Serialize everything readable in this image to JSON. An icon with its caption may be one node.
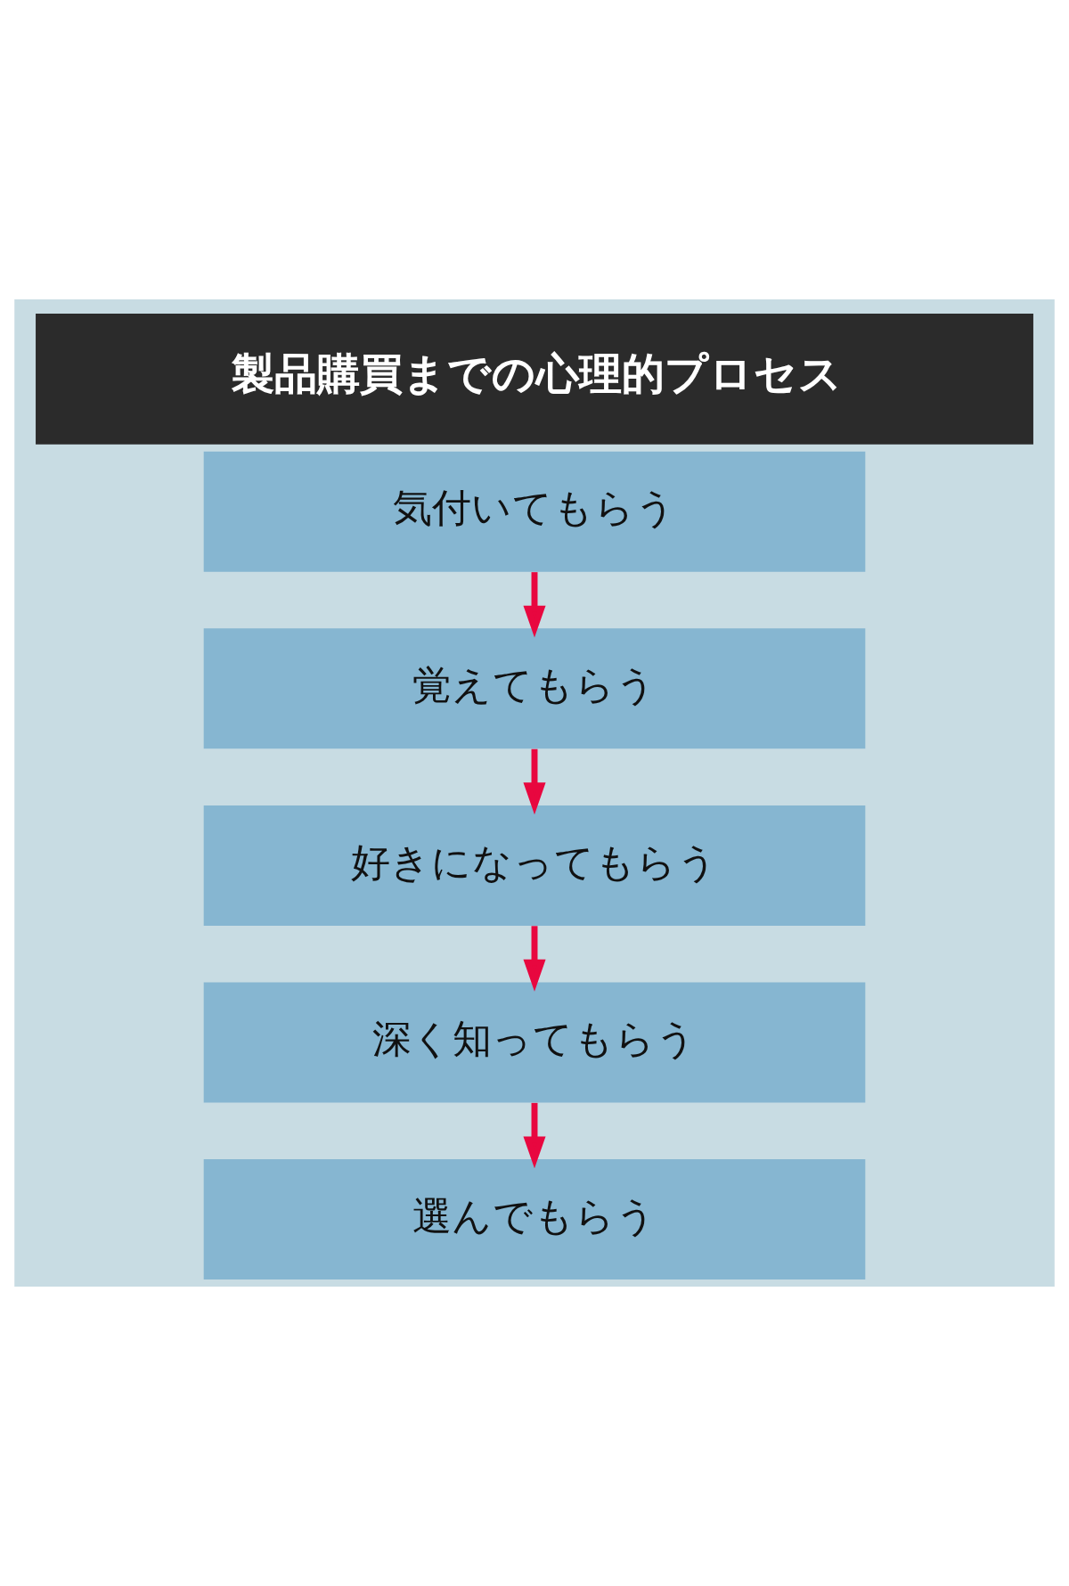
{
  "diagram": {
    "title": "製品購買までの心理的プロセス",
    "nodes": [
      {
        "text": [
          "気付いてもらう"
        ]
      },
      {
        "text": [
          "覚えてもらう"
        ]
      },
      {
        "text": [
          "好きになってもらう"
        ]
      },
      {
        "text": [
          "深く知ってもらう"
        ]
      },
      {
        "text": [
          "選んでもらう"
        ]
      }
    ],
    "edges": [
      {
        "from": 0,
        "to": 1,
        "arrow": "to"
      },
      {
        "from": 1,
        "to": 2,
        "arrow": "to"
      },
      {
        "from": 2,
        "to": 3,
        "arrow": "to"
      },
      {
        "from": 3,
        "to": 4,
        "arrow": "to"
      }
    ]
  }
}
